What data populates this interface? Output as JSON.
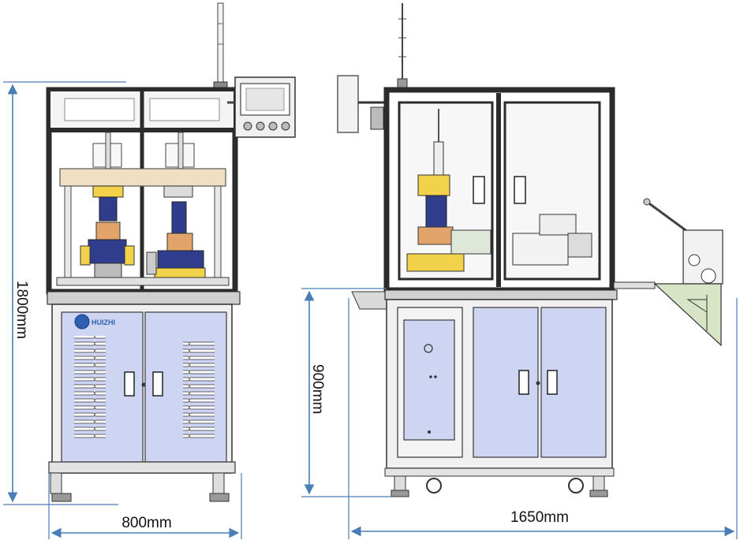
{
  "dimensions": {
    "height_total": "1800mm",
    "height_table": "900mm",
    "width_front": "800mm",
    "length_side": "1650mm"
  },
  "logo": {
    "text": "HUIZHI"
  },
  "colors": {
    "dimension_line": "#4a7fb5",
    "frame_dark": "#2b2b2b",
    "cabinet_panel": "#cdd5f3",
    "panel_border": "#3a3a3a",
    "steel": "#d9d9d9",
    "wood_plate": "#f1dfc4",
    "tooling_blue": "#2f3d8c",
    "tooling_orange": "#e2a46a",
    "tooling_yellow": "#f2d24a",
    "glass": "#f7f7f7"
  }
}
